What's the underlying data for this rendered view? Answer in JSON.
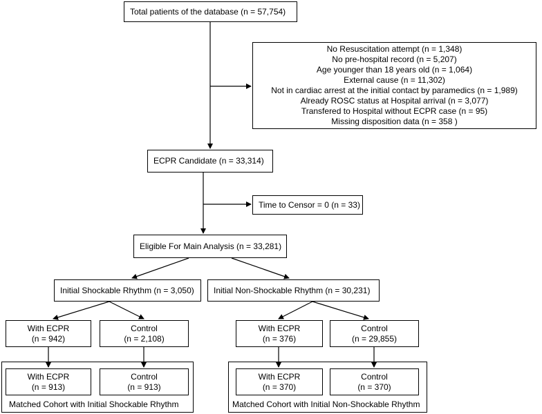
{
  "total": "Total patients of the database (n = 57,754)",
  "exclusions": [
    "No Resuscitation attempt (n = 1,348)",
    "No pre-hospital record (n = 5,207)",
    "Age younger than 18 years old (n = 1,064)",
    "External cause (n = 11,302)",
    "Not in cardiac arrest at the initial contact by paramedics (n = 1,989)",
    "Already ROSC status at Hospital arrival (n = 3,077)",
    "Transfered to Hospital without ECPR case (n = 95)",
    "Missing disposition data (n = 358 )"
  ],
  "candidate": "ECPR Candidate (n = 33,314)",
  "censor": "Time to Censor = 0 (n = 33)",
  "eligible": "Eligible For Main Analysis (n = 33,281)",
  "shockable": {
    "title": "Initial Shockable Rhythm (n = 3,050)",
    "ecpr": {
      "line1": "With ECPR",
      "line2": "(n = 942)"
    },
    "control": {
      "line1": "Control",
      "line2": "(n = 2,108)"
    },
    "matched_ecpr": {
      "line1": "With ECPR",
      "line2": "(n = 913)"
    },
    "matched_control": {
      "line1": "Control",
      "line2": "(n = 913)"
    },
    "cohort_label": "Matched Cohort with Initial Shockable Rhythm"
  },
  "nonshockable": {
    "title": "Initial Non-Shockable Rhythm (n = 30,231)",
    "ecpr": {
      "line1": "With ECPR",
      "line2": "(n = 376)"
    },
    "control": {
      "line1": "Control",
      "line2": "(n = 29,855)"
    },
    "matched_ecpr": {
      "line1": "With ECPR",
      "line2": "(n = 370)"
    },
    "matched_control": {
      "line1": "Control",
      "line2": "(n = 370)"
    },
    "cohort_label": "Matched Cohort with Initial Non-Shockable Rhythm"
  }
}
